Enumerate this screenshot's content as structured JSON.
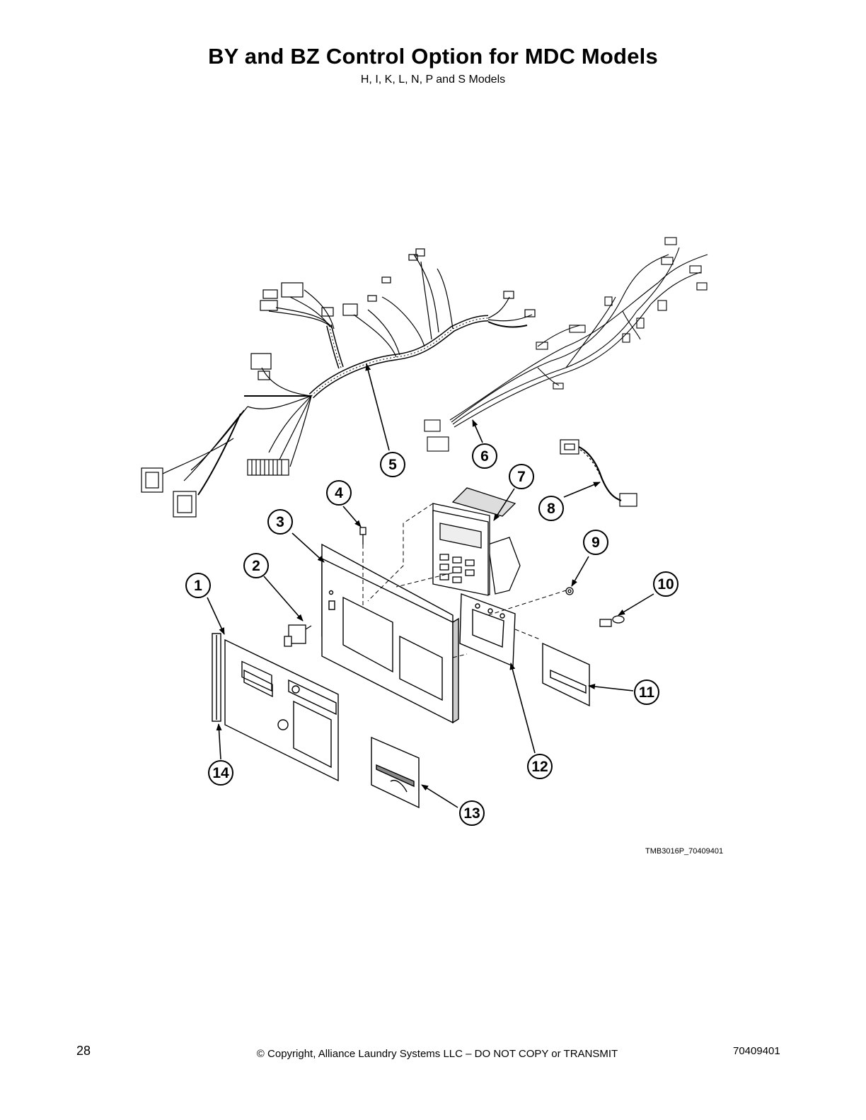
{
  "header": {
    "title": "BY and BZ Control Option for MDC Models",
    "subtitle": "H, I, K, L, N, P and S Models"
  },
  "diagram": {
    "figure_code": "TMB3016P_70409401",
    "callouts": [
      "1",
      "2",
      "3",
      "4",
      "5",
      "6",
      "7",
      "8",
      "9",
      "10",
      "11",
      "12",
      "13",
      "14"
    ]
  },
  "footer": {
    "page_number": "28",
    "copyright": "© Copyright, Alliance Laundry Systems LLC – DO NOT COPY or TRANSMIT",
    "doc_number": "70409401"
  }
}
